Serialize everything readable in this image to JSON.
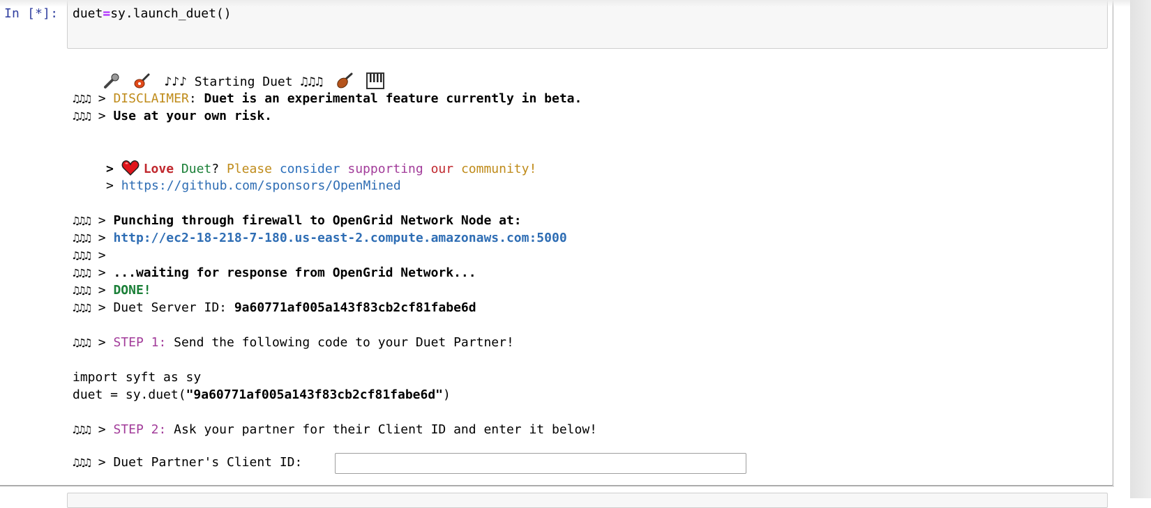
{
  "cell": {
    "prompt": "In [*]:",
    "code": {
      "lhs": "duet",
      "op": "=",
      "rhs": "sy.launch_duet()"
    }
  },
  "output": {
    "banner": {
      "icons": [
        "microphone-icon",
        "guitar-icon"
      ],
      "text": "♪♪♪ Starting Duet ♫♫♫",
      "trailing_icons": [
        "violin-icon",
        "piano-icon"
      ]
    },
    "prefix": "♫♫♫",
    "arrow": ">",
    "disclaimer": {
      "label": "DISCLAIMER",
      "colon": ":",
      "text": " Duet is an experimental feature currently in beta.",
      "line2": "Use at your own risk."
    },
    "sponsor": {
      "love": "Love",
      "duet": "Duet",
      "q": "?",
      "please": "Please",
      "consider": "consider",
      "supporting": "supporting",
      "our": "our",
      "community": "community!",
      "url": "https://github.com/sponsors/OpenMined"
    },
    "network": {
      "punching": "Punching through firewall to OpenGrid Network Node at:",
      "url": "http://ec2-18-218-7-180.us-east-2.compute.amazonaws.com:5000",
      "waiting": "...waiting for response from OpenGrid Network...",
      "done": "DONE!",
      "server_id_label": "Duet Server ID: ",
      "server_id": "9a60771af005a143f83cb2cf81fabe6d"
    },
    "step1": {
      "label": "STEP 1:",
      "text": " Send the following code to your Duet Partner!",
      "code_line1": "import syft as sy",
      "code_line2_prefix": "duet = sy.duet(",
      "code_line2_arg": "\"9a60771af005a143f83cb2cf81fabe6d\"",
      "code_line2_suffix": ")"
    },
    "step2": {
      "label": "STEP 2:",
      "text": " Ask your partner for their Client ID and enter it below!"
    },
    "client_id": {
      "label": "Duet Partner's Client ID:",
      "value": ""
    }
  },
  "colors": {
    "prompt": "#303f9f",
    "disclaimer": "#bf8b1a",
    "love": "#c0272d",
    "duet": "#1a7f37",
    "consider": "#2a6ebb",
    "supporting": "#a23c9a",
    "step": "#a23c9a",
    "done": "#1a7f37",
    "url": "#2e6db4"
  }
}
